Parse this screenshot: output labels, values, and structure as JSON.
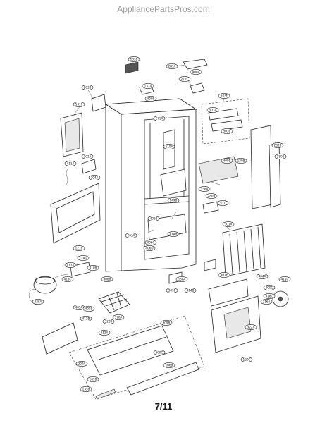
{
  "header": {
    "watermark": "AppliancePartsPros.com"
  },
  "footer": {
    "page_label": "7/11"
  },
  "callouts": [
    "133B",
    "281A",
    "400A",
    "271C",
    "131A",
    "203B",
    "400B",
    "503F",
    "501F",
    "503A",
    "503B",
    "301A",
    "411A",
    "304A",
    "510A",
    "120B",
    "282B",
    "280E",
    "271A",
    "280B",
    "400B",
    "158A",
    "149B",
    "531",
    "406B",
    "301A",
    "203A",
    "406C",
    "414B",
    "406D",
    "121B",
    "124D",
    "411A",
    "410B",
    "413C",
    "158A",
    "308B",
    "414B",
    "301E",
    "404A",
    "400C",
    "318C",
    "316A",
    "411C",
    "328A",
    "405A",
    "405B",
    "309E",
    "413B",
    "322A",
    "370A",
    "328B",
    "312A",
    "309B",
    "309C",
    "309A",
    "101B",
    "135B",
    "120C",
    "106B"
  ]
}
